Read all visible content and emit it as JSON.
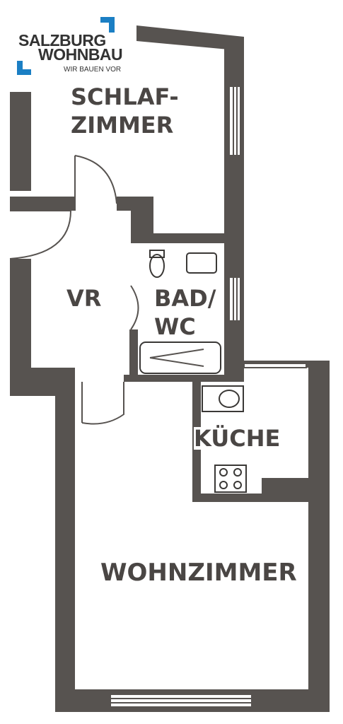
{
  "logo": {
    "line1": "SALZBURG",
    "line2": "WOHNBAU",
    "tagline": "WIR BAUEN VOR",
    "accent_color": "#1b7fc4"
  },
  "rooms": {
    "schlafzimmer_line1": "SCHLAF-",
    "schlafzimmer_line2": "ZIMMER",
    "vr": "VR",
    "bad_line1": "BAD/",
    "bad_line2": "WC",
    "kueche": "KÜCHE",
    "wohnzimmer": "WOHNZIMMER"
  },
  "colors": {
    "wall": "#575350",
    "label": "#4a4644"
  }
}
